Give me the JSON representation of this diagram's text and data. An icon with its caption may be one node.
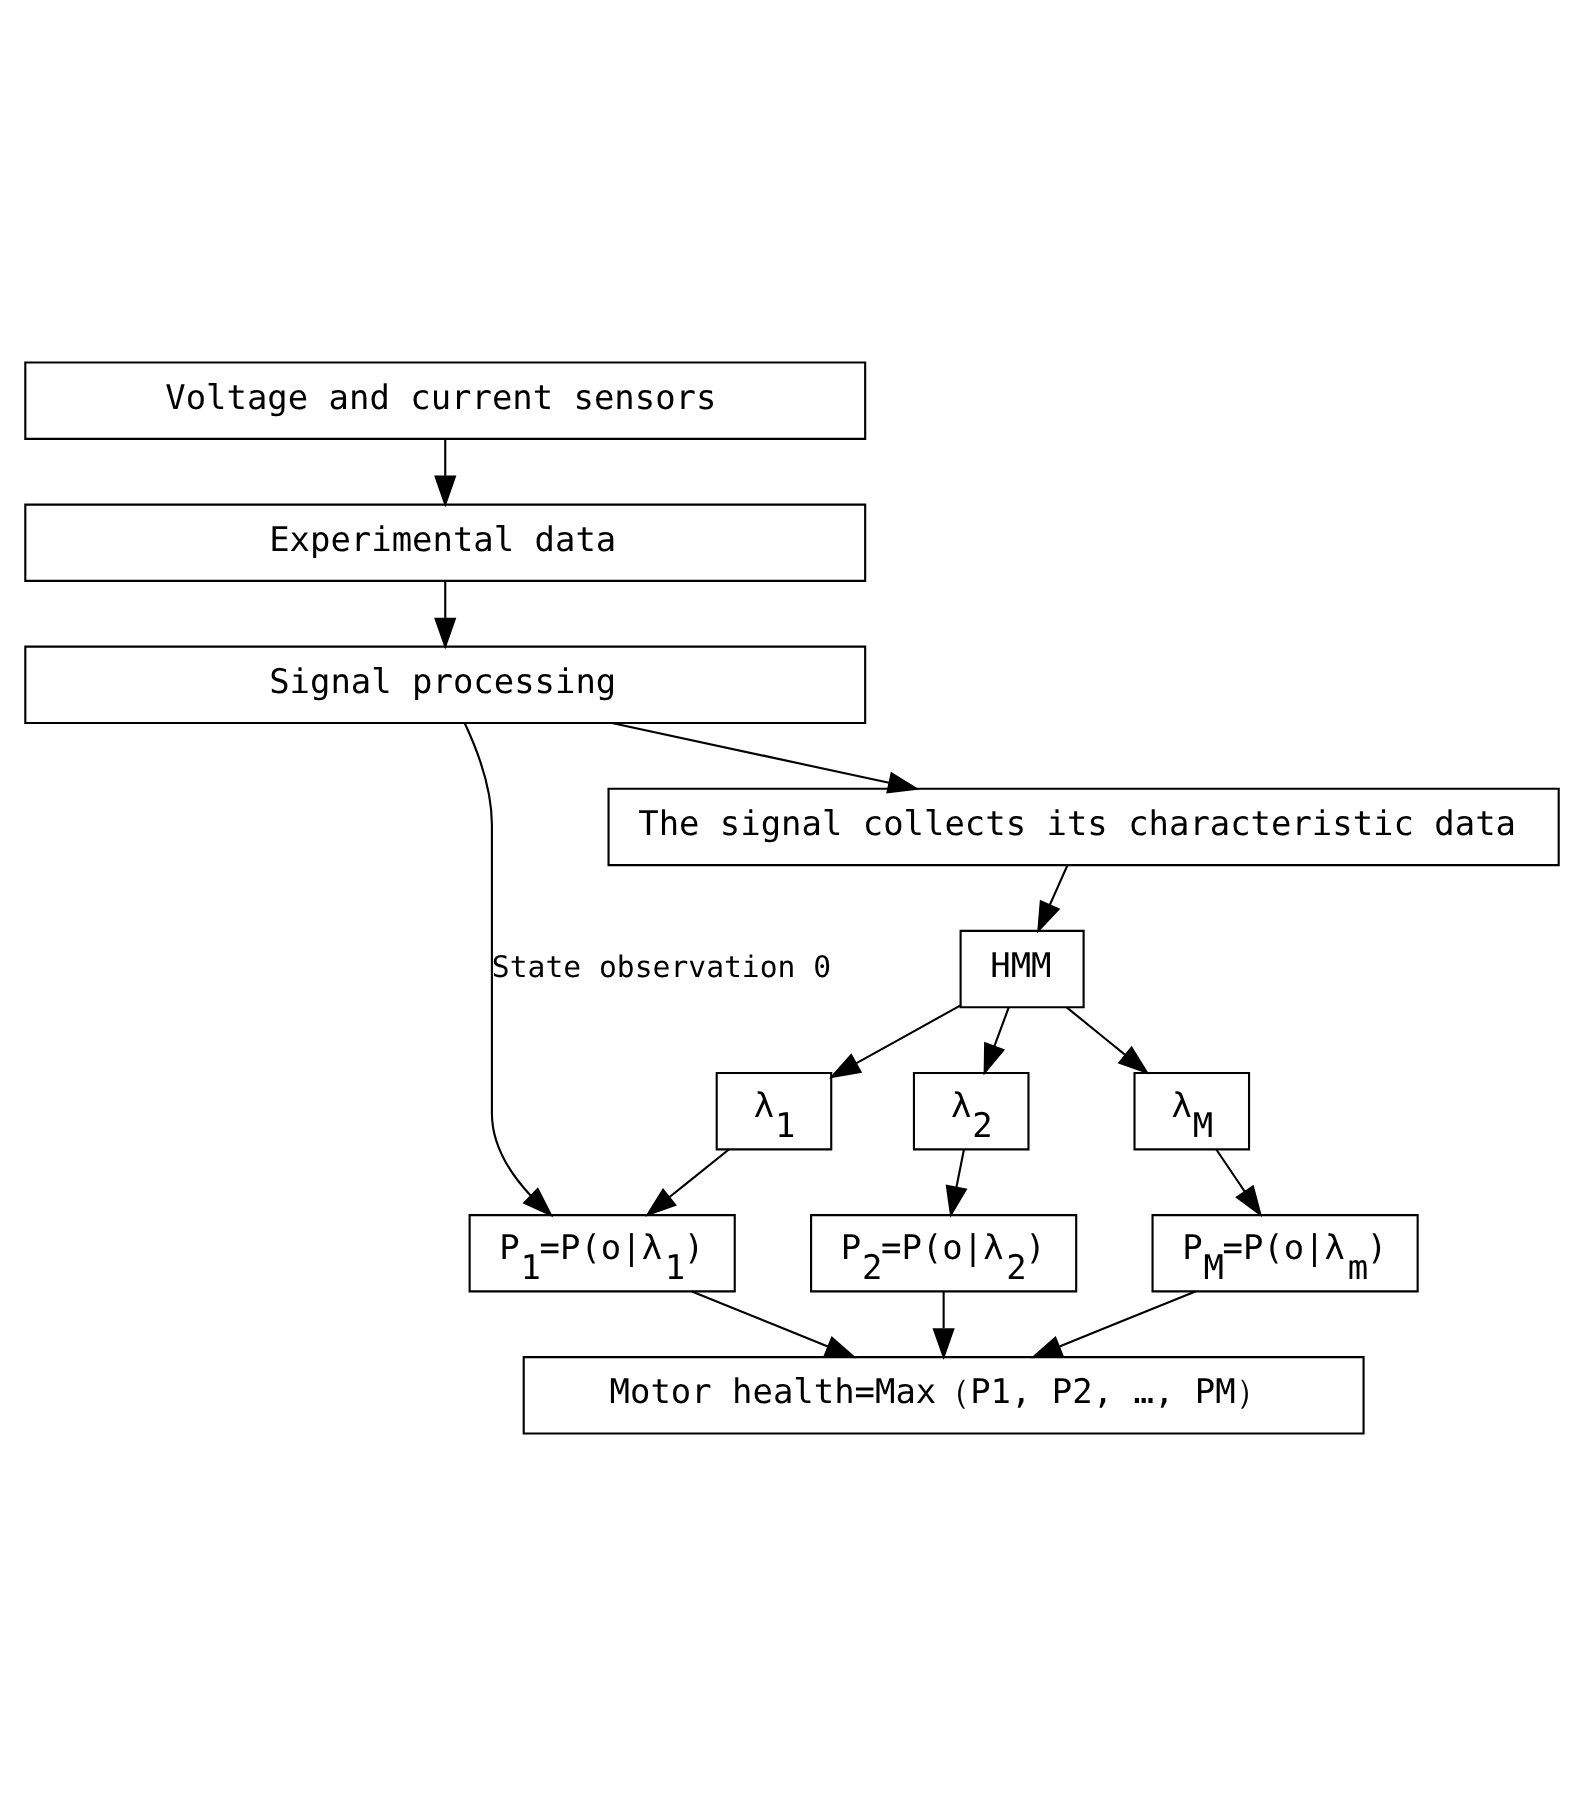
{
  "diagram": {
    "nodes": [
      {
        "text": [
          "Voltage and current sensors"
        ]
      },
      {
        "text": [
          "Experimental data"
        ]
      },
      {
        "text": [
          "Signal processing"
        ]
      },
      {
        "text": [
          "The signal collects its characteristic data"
        ]
      },
      {
        "text": [
          "HMM"
        ]
      },
      {
        "text": [
          "λ$_{1}$"
        ]
      },
      {
        "text": [
          "λ$_{2}$"
        ]
      },
      {
        "text": [
          "λ$_{M}$"
        ]
      },
      {
        "text": [
          "P$_{1}$=P(o|λ$_{1}$)"
        ]
      },
      {
        "text": [
          "P$_{2}$=P(o|λ$_{2}$)"
        ]
      },
      {
        "text": [
          "P$_{M}$=P(o|λ$_{m}$)"
        ]
      },
      {
        "text": [
          "Motor health=Max（P1, P2, …, PM）"
        ]
      }
    ],
    "edges": [
      {
        "from": 0,
        "to": 1,
        "arrow": "to"
      },
      {
        "from": 1,
        "to": 2,
        "arrow": "to"
      },
      {
        "from": 2,
        "to": 3,
        "arrow": "to"
      },
      {
        "from": 3,
        "to": 4,
        "arrow": "to"
      },
      {
        "from": 4,
        "to": 5,
        "arrow": "to"
      },
      {
        "from": 4,
        "to": 6,
        "arrow": "to"
      },
      {
        "from": 4,
        "to": 7,
        "arrow": "to"
      },
      {
        "from": 5,
        "to": 8,
        "arrow": "to"
      },
      {
        "from": 6,
        "to": 9,
        "arrow": "to"
      },
      {
        "from": 7,
        "to": 10,
        "arrow": "to"
      },
      {
        "from": 8,
        "to": 11,
        "arrow": "to"
      },
      {
        "from": 9,
        "to": 11,
        "arrow": "to"
      },
      {
        "from": 10,
        "to": 11,
        "arrow": "to"
      },
      {
        "from": 2,
        "to": 8,
        "arrow": "to",
        "label": "State observation 0"
      }
    ]
  }
}
